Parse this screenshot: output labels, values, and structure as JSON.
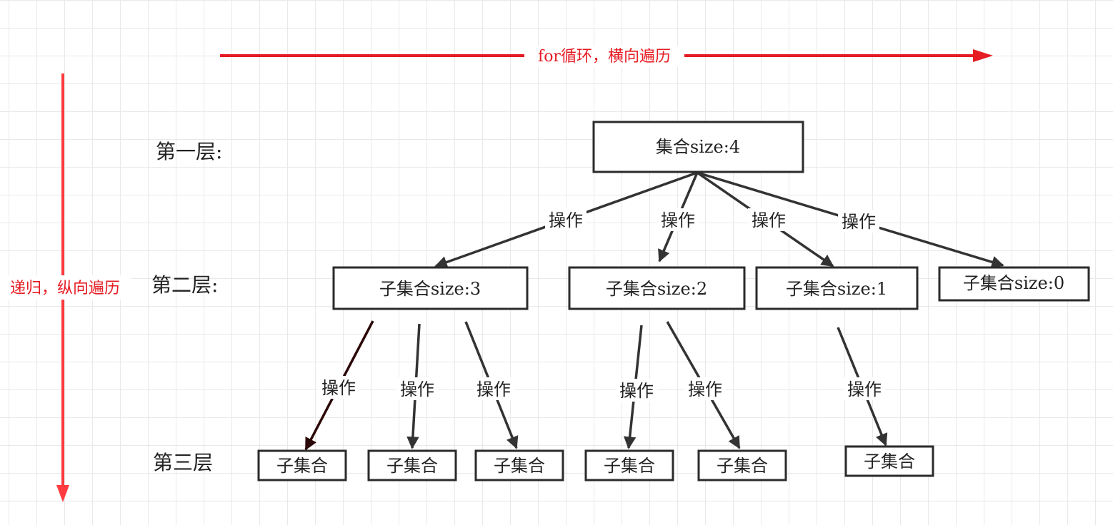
{
  "horizontal_label": "for循环，横向遍历",
  "vertical_label": "递归，纵向遍历",
  "layers": {
    "first": "第一层:",
    "second": "第二层:",
    "third": "第三层"
  },
  "nodes": {
    "root": "集合size:4",
    "level2": [
      "子集合size:3",
      "子集合size:2",
      "子集合size:1",
      "子集合size:0"
    ],
    "level3": [
      "子集合",
      "子集合",
      "子集合",
      "子集合",
      "子集合",
      "子集合"
    ]
  },
  "edge_label": "操作",
  "colors": {
    "accent_red": "#e51c23",
    "edge": "#333333",
    "edge_dark": "#2a0606",
    "box_stroke": "#2b2b2b"
  }
}
